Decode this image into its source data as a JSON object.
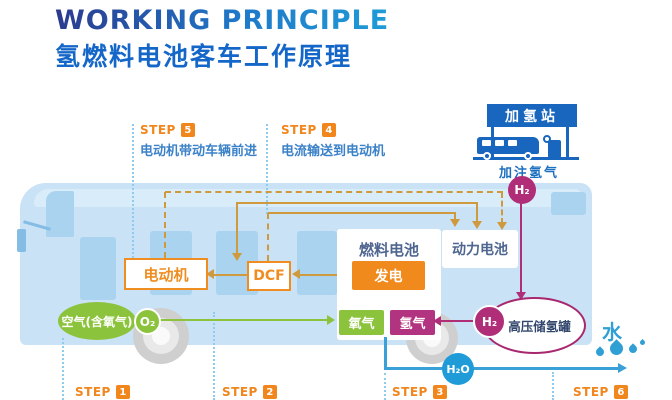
{
  "title": {
    "line1": "WORKING PRINCIPLE",
    "line2": "氢燃料电池客车工作原理"
  },
  "station": {
    "sign": "加氢站",
    "caption": "加注氢气"
  },
  "components": {
    "motor": "电动机",
    "dcf": "DCF",
    "fuel_cell": "燃料电池",
    "generate": "发电",
    "battery": "动力电池",
    "tank": "高压储氢罐"
  },
  "flow": {
    "air": "空气(含氧气)",
    "o2": "O₂",
    "oxygen": "氧气",
    "hydrogen": "氢气",
    "h2_station": "H₂",
    "h2_tank": "H₂",
    "h2o": "H₂O",
    "water": "水"
  },
  "steps": {
    "s1": {
      "label": "STEP",
      "num": "1"
    },
    "s2": {
      "label": "STEP",
      "num": "2"
    },
    "s3": {
      "label": "STEP",
      "num": "3"
    },
    "s4": {
      "label": "STEP",
      "num": "4",
      "desc": "电流输送到电动机"
    },
    "s5": {
      "label": "STEP",
      "num": "5",
      "desc": "电动机带动车辆前进"
    },
    "s6": {
      "label": "STEP",
      "num": "6"
    }
  },
  "colors": {
    "orange": "#ef8d21",
    "wire_orange": "#cf9a3d",
    "green": "#8cc33c",
    "magenta": "#b02d78",
    "pipe_blue": "#3aa0d8",
    "title_blue": "#1467c8"
  }
}
